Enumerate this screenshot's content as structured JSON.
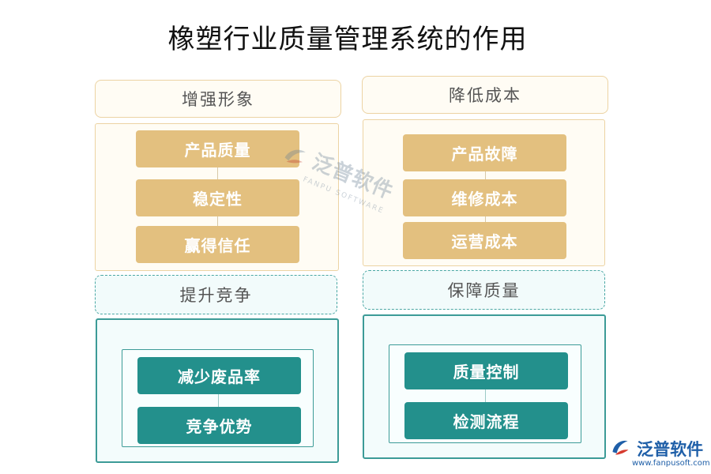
{
  "title": "橡塑行业质量管理系统的作用",
  "left": {
    "top_header": "增强形象",
    "top_items": [
      "产品质量",
      "稳定性",
      "赢得信任"
    ],
    "bottom_header": "提升竞争",
    "bottom_items": [
      "减少废品率",
      "竞争优势"
    ]
  },
  "right": {
    "top_header": "降低成本",
    "top_items": [
      "产品故障",
      "维修成本",
      "运营成本"
    ],
    "bottom_header": "保障质量",
    "bottom_items": [
      "质量控制",
      "检测流程"
    ]
  },
  "watermark": {
    "name": "泛普软件",
    "sub": "FANPU SOFTWARE"
  },
  "logo": {
    "name": "泛普软件",
    "url": "www.fanpusoft.com"
  },
  "colors": {
    "gold": "#e3c07f",
    "teal": "#23908c",
    "warm_border": "#ecd3a3",
    "brand": "#1f5fa8"
  }
}
